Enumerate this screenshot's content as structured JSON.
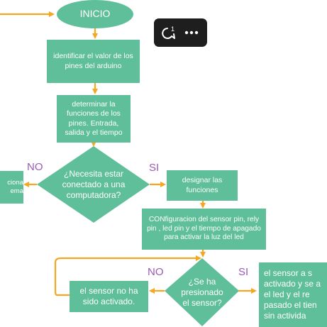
{
  "colors": {
    "node_fill": "#5fbf9b",
    "arrow": "#f5a623",
    "label_purple": "#9b59b6",
    "node_text": "#ffffff",
    "toolbar_bg": "#1e1e1e"
  },
  "nodes": {
    "inicio": "INICIO",
    "identificar": "identificar el valor de los pines del arduino",
    "determinar": "determinar la funciones de los pines. Entrada, salida y el tiempo",
    "decision_conectado": "¿Necesita estar conectado a una computadora?",
    "left_partial": "ciona\nema",
    "designar": "designar las funciones",
    "configuracion": "CONfiguracion del sensor pin, rely pin , led pin y el tiempo de apagado para activar la luz del led",
    "decision_sensor": "¿Se ha presionado el sensor?",
    "no_activado": "el sensor no ha sido activado.",
    "activado_partial": "el sensor a s activado y se a el led y el re pasado el tien sin activida"
  },
  "labels": {
    "no_1": "NO",
    "si_1": "SI",
    "no_2": "NO",
    "si_2": "SI"
  },
  "toolbar": {
    "comment_count": "1",
    "comment_icon": "comment-bubble-icon",
    "more_icon": "more-horizontal-icon"
  }
}
